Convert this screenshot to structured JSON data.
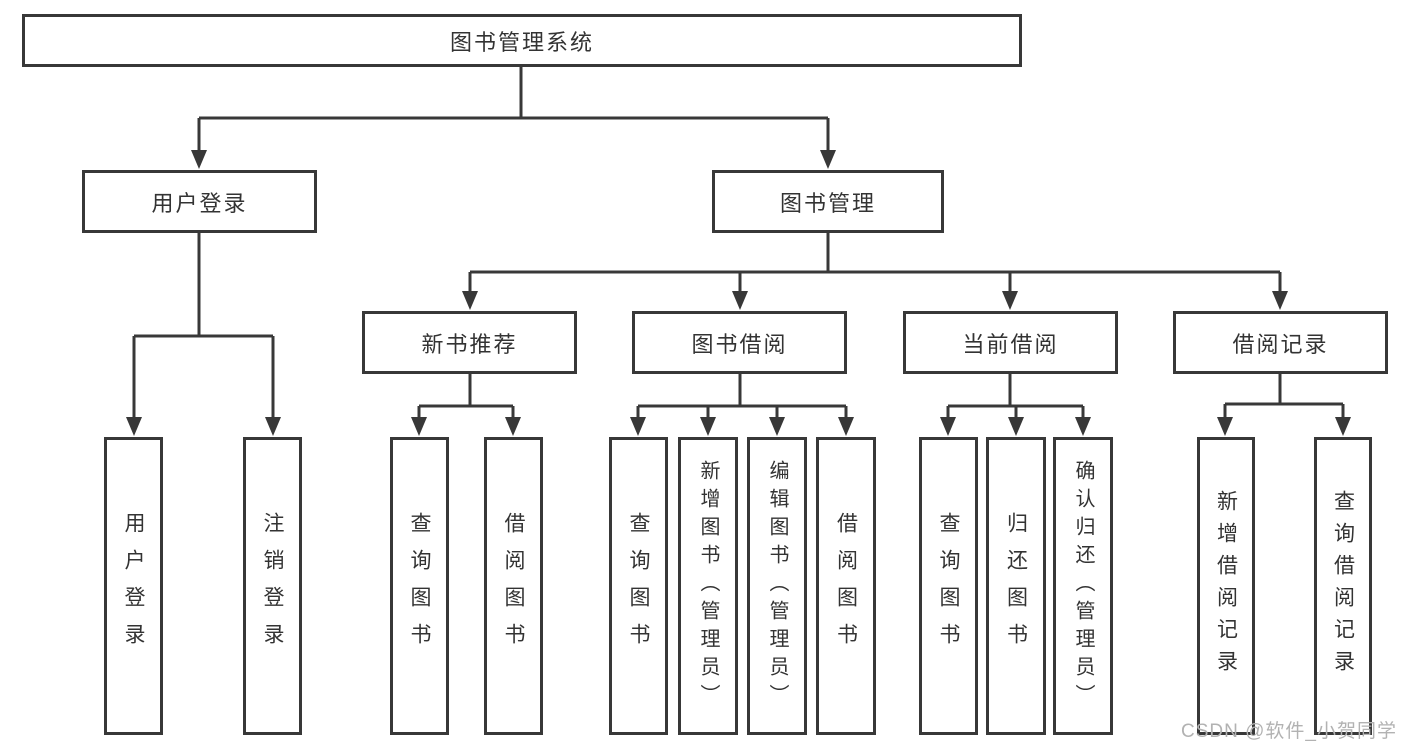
{
  "title": "图书管理系统",
  "level1": {
    "user_login": "用户登录",
    "book_management": "图书管理"
  },
  "level2": {
    "new_book_recommend": "新书推荐",
    "book_borrowing": "图书借阅",
    "current_borrowing": "当前借阅",
    "borrowing_records": "借阅记录"
  },
  "leaves": {
    "user_login": [
      "用户登录",
      "注销登录"
    ],
    "new_book_recommend": [
      "查询图书",
      "借阅图书"
    ],
    "book_borrowing": [
      "查询图书",
      "新增图书（管理员）",
      "编辑图书（管理员）",
      "借阅图书"
    ],
    "current_borrowing": [
      "查询图书",
      "归还图书",
      "确认归还（管理员）"
    ],
    "borrowing_records": [
      "新增借阅记录",
      "查询借阅记录"
    ]
  },
  "watermark": "CSDN @软件_小贺同学",
  "colors": {
    "line": "#383838",
    "text": "#333333",
    "watermark": "#b2b2b2",
    "background": "#ffffff"
  }
}
